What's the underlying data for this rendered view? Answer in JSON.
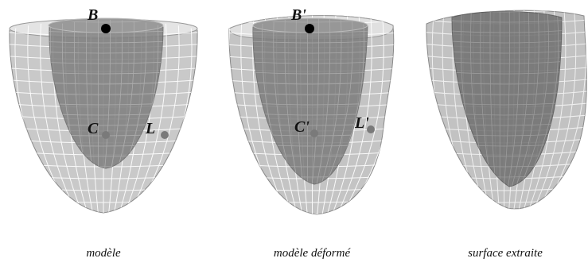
{
  "panels": [
    {
      "caption": "modèle",
      "labels": {
        "base": "B",
        "center": "C",
        "lateral": "L"
      }
    },
    {
      "caption": "modèle déformé",
      "labels": {
        "base": "B'",
        "center": "C'",
        "lateral": "L'"
      }
    },
    {
      "caption": "surface extraite"
    }
  ],
  "colors": {
    "outer_mesh": "#c9c9c9",
    "inner_mesh": "#7f7f7f",
    "grid_line": "#ffffff",
    "marker_dark": "#000000",
    "marker_gray": "#7a7a7a"
  }
}
